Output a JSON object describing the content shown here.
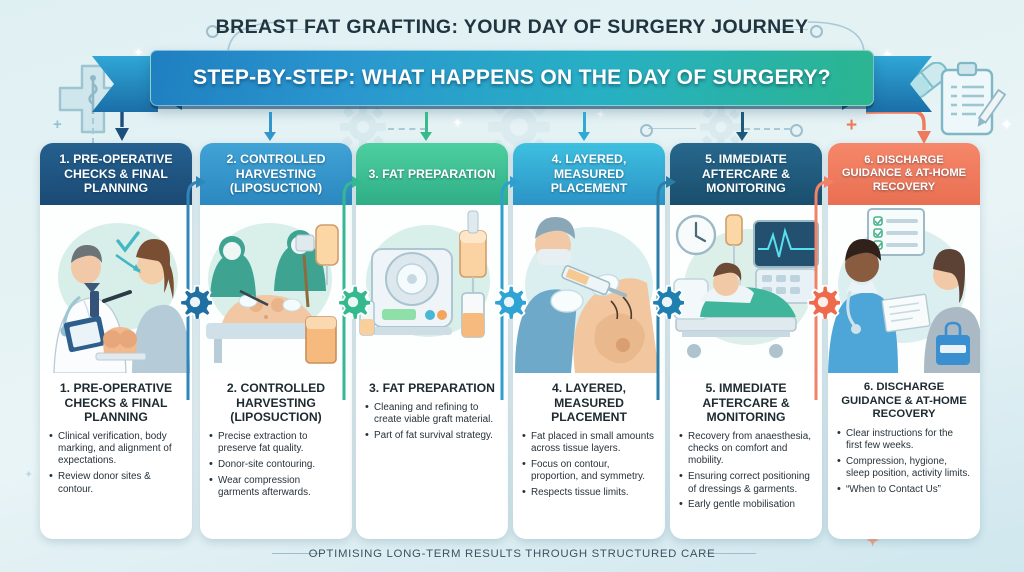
{
  "header": {
    "main_title": "BREAST FAT GRAFTING: YOUR DAY OF SURGERY JOURNEY",
    "ribbon_title": "STEP-BY-STEP: WHAT HAPPENS ON THE DAY OF SURGERY?"
  },
  "footer": {
    "text": "OPTIMISING LONG-TERM RESULTS THROUGH STRUCTURED CARE"
  },
  "decor": {
    "medical_cross_icon": "medical-cross-caduceus-icon",
    "clipboard_icon": "clipboard-pencil-icon",
    "pill_icon": "pill-capsule-icon",
    "gear_icon": "gear-icon",
    "plus_icon": "plus-icon",
    "sparkle_icon": "sparkle-icon"
  },
  "colors": {
    "step1": "#1d4f7c",
    "step2": "#3296cc",
    "step3": "#38b98e",
    "step4": "#2eaad5",
    "step5": "#1d5a79",
    "step6": "#ef7a5e",
    "background_top": "#dff0f3",
    "background_bottom": "#cfe7ee",
    "text_dark": "#20353f"
  },
  "steps": [
    {
      "header": "1. PRE-OPERATIVE CHECKS & FINAL PLANNING",
      "title": "1. PRE-OPERATIVE CHECKS & FINAL PLANNING",
      "color": "#1d4f7c",
      "illustration": "surgeon-marking-patient-illustration",
      "bullets": [
        "Clinical verification, body marking, and alignment of expectations.",
        "Review donor sites & contour."
      ]
    },
    {
      "header": "2. CONTROLLED HARVESTING (LIPOSUCTION)",
      "title": "2. CONTROLLED HARVESTING (LIPOSUCTION)",
      "color": "#3296cc",
      "illustration": "liposuction-procedure-illustration",
      "bullets": [
        "Precise extraction to preserve fat quality.",
        "Donor-site contouring.",
        "Wear compression garments afterwards."
      ]
    },
    {
      "header": "3. FAT PREPARATION",
      "title": "3. FAT PREPARATION",
      "color": "#38b98e",
      "illustration": "centrifuge-fat-processing-illustration",
      "bullets": [
        "Cleaning and refining to create viable graft material.",
        "Part of fat survival strategy."
      ]
    },
    {
      "header": "4. LAYERED, MEASURED PLACEMENT",
      "title": "4. LAYERED, MEASURED PLACEMENT",
      "color": "#2eaad5",
      "illustration": "fat-injection-placement-illustration",
      "bullets": [
        "Fat placed in small amounts across tissue layers.",
        "Focus on contour, proportion, and symmetry.",
        "Respects tissue limits."
      ]
    },
    {
      "header": "5. IMMEDIATE AFTERCARE & MONITORING",
      "title": "5. IMMEDIATE AFTERCARE & MONITORING",
      "color": "#1d5a79",
      "illustration": "recovery-bed-monitoring-illustration",
      "bullets": [
        "Recovery from anaesthesia, checks on comfort and mobility.",
        "Ensuring correct positioning of dressings & garments.",
        "Early gentle mobilisation"
      ]
    },
    {
      "header": "6. DISCHARGE GUIDANCE & AT-HOME RECOVERY",
      "title": "6. DISCHARGE GUIDANCE & AT-HOME RECOVERY",
      "color": "#ef7a5e",
      "illustration": "nurse-discharge-instructions-illustration",
      "bullets": [
        "Clear instructions for the first few weeks.",
        "Compression, hygione, sleep position, activity limits.",
        "“When to Contact Us”"
      ]
    }
  ],
  "connectors": {
    "gear_colors": [
      "#1f6fa3",
      "#34b98e",
      "#2fa3d4",
      "#1f7fae",
      "#ef6a4c"
    ]
  }
}
